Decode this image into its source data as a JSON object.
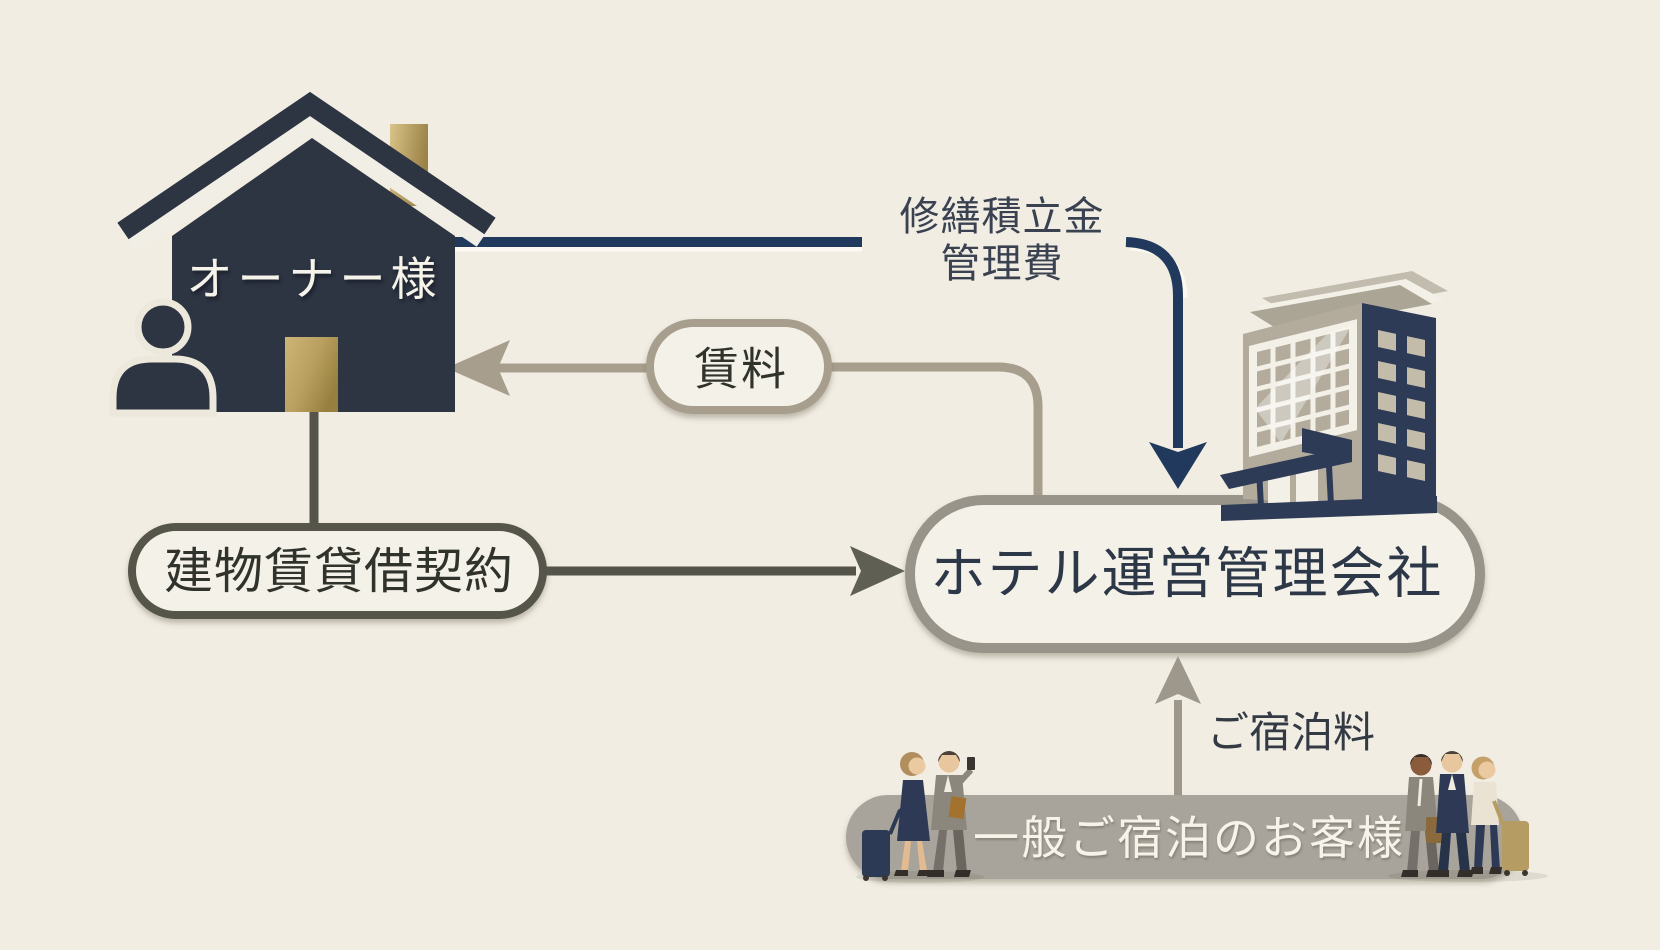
{
  "nodes": {
    "owner": {
      "label": "オーナー様"
    },
    "lease_contract": {
      "label": "建物賃貸借契約"
    },
    "hotel_company": {
      "label": "ホテル運営管理会社"
    },
    "guests": {
      "label": "一般ご宿泊のお客様"
    }
  },
  "flows": {
    "repair_reserve": {
      "line1": "修繕積立金",
      "line2": "管理費",
      "from": "owner",
      "to": "hotel_company"
    },
    "rent": {
      "label": "賃料",
      "from": "hotel_company",
      "to": "owner"
    },
    "lease": {
      "from": "lease_contract",
      "to": "hotel_company"
    },
    "stay_fee": {
      "label": "ご宿泊料",
      "from": "guests",
      "to": "hotel_company"
    }
  },
  "colors": {
    "background": "#f1ede3",
    "house_navy": "#2d3442",
    "arrow_navy": "#21395c",
    "gold": "#b3975a",
    "taupe_gray": "#a79e8e",
    "dark_olive_line": "#54544a",
    "capsule_fill": "#f4f1e8",
    "capsule_border": "#98948a",
    "band_gray": "#a9a49b",
    "text_dark": "#30322c",
    "text_navy": "#2c3748",
    "text_white": "#f6f3ea"
  },
  "icons": {
    "owner_house": "house-icon",
    "owner_person": "person-silhouette-icon",
    "hotel_building": "hotel-building-icon",
    "guests_left": "travelers-with-luggage-icon",
    "guests_right": "travelers-with-luggage-icon"
  }
}
